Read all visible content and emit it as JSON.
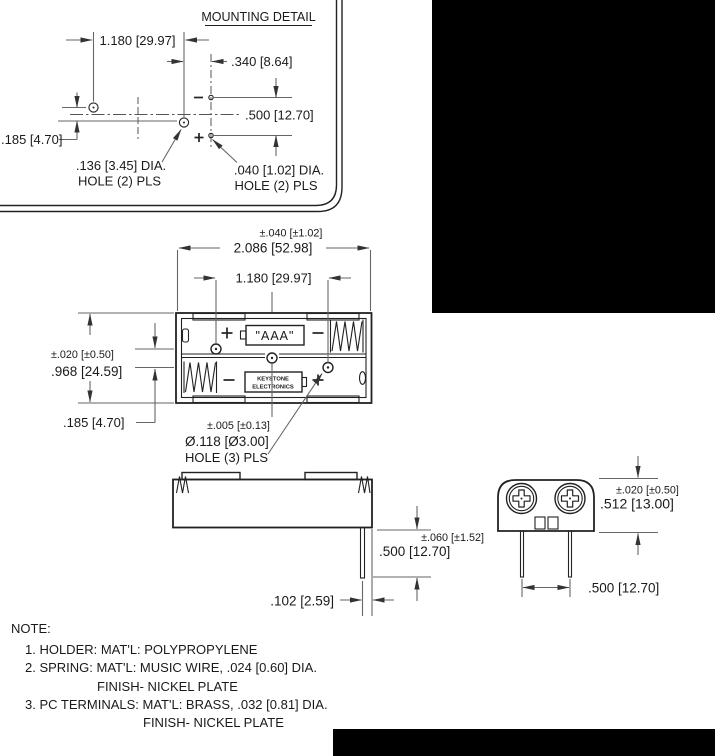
{
  "colors": {
    "line": "#222222",
    "dim_line": "#666666",
    "text": "#1a1a1a",
    "redaction": "#000000",
    "background": "#ffffff"
  },
  "mounting_detail": {
    "title": "MOUNTING DETAIL",
    "dim_hole_span": "1.180 [29.97]",
    "dim_terminal_offset": ".340 [8.64]",
    "dim_terminal_pitch": ".500 [12.70]",
    "dim_row_offset": ".185 [4.70]",
    "hole_136": {
      "line1": ".136 [3.45] DIA.",
      "line2": "HOLE (2) PLS"
    },
    "hole_040": {
      "line1": ".040 [1.02] DIA.",
      "line2": "HOLE (2) PLS"
    }
  },
  "top_view": {
    "tol_width": "±.040 [±1.02]",
    "dim_width": "2.086 [52.98]",
    "dim_hole_span": "1.180 [29.97]",
    "tol_height": "±.020 [±0.50]",
    "dim_height": ".968 [24.59]",
    "dim_row_offset": ".185 [4.70]",
    "hole_callout": {
      "tol": "±.005 [±0.13]",
      "dia": "Ø.118 [Ø3.00]",
      "qty": "HOLE (3) PLS"
    },
    "battery_label": "\"AAA\"",
    "brand": {
      "line1": "KEYSTONE",
      "line2": "ELECTRONICS"
    }
  },
  "side_view": {
    "tol_pin": "±.060 [±1.52]",
    "dim_pin_length": ".500 [12.70]",
    "dim_pin_offset": ".102 [2.59]"
  },
  "end_view": {
    "tol_height": "±.020 [±0.50]",
    "dim_height": ".512 [13.00]",
    "dim_pin_span": ".500 [12.70]"
  },
  "notes": {
    "heading": "NOTE:",
    "items": [
      "1. HOLDER: MAT'L: POLYPROPYLENE",
      "2. SPRING: MAT'L: MUSIC WIRE, .024 [0.60] DIA.",
      "FINISH- NICKEL PLATE",
      "3. PC TERMINALS: MAT'L: BRASS, .032 [0.81] DIA.",
      "FINISH- NICKEL PLATE"
    ]
  }
}
